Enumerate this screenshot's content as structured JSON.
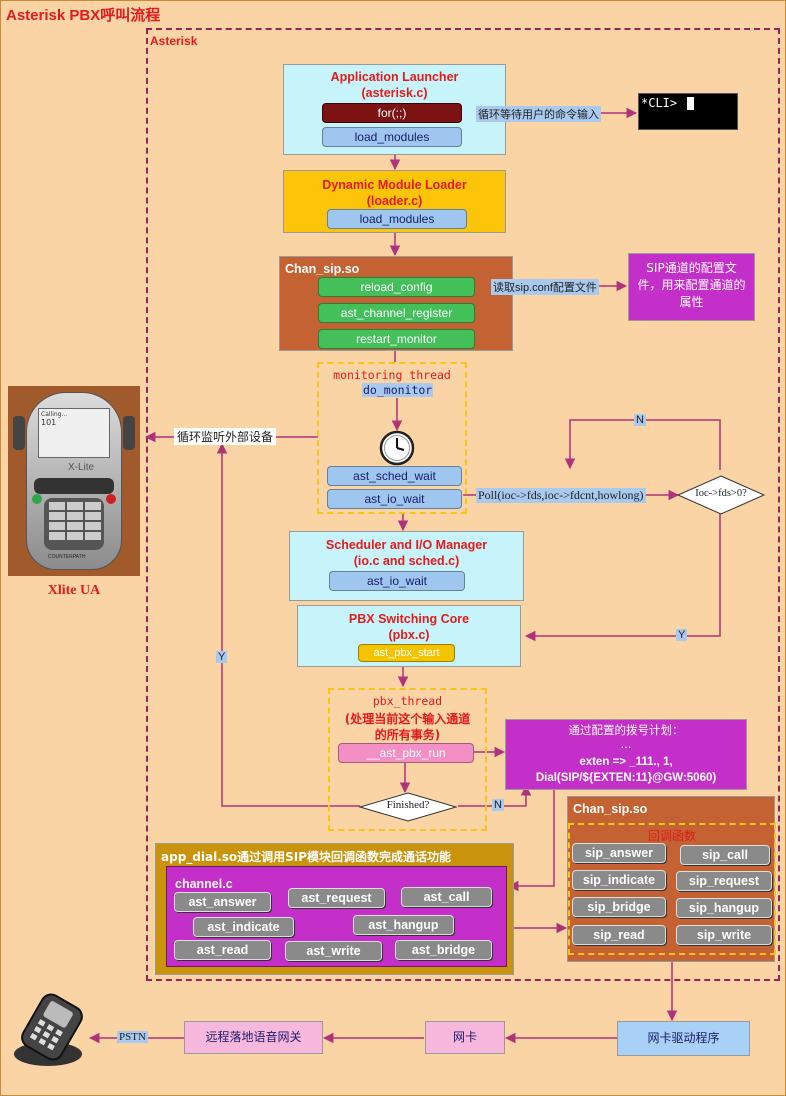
{
  "title": "Asterisk  PBX呼叫流程",
  "inner_label": "Asterisk",
  "launcher": {
    "title1": "Application Launcher",
    "title2": "(asterisk.c)",
    "for_label": "for(;;)",
    "load_modules": "load_modules"
  },
  "cli_note": "循环等待用户的命令输入",
  "cli_text": "*CLI>",
  "loader": {
    "title1": "Dynamic Module Loader",
    "title2": "(loader.c)",
    "load_modules": "load_modules"
  },
  "chansip": {
    "title": "Chan_sip.so",
    "items": [
      "reload_config",
      "ast_channel_register",
      "restart_monitor"
    ]
  },
  "sipconf_note": "读取sip.conf配置文件",
  "sipconf_box": "SIP通道的配置文件，用来配置通道的属性",
  "monitor": {
    "title": "monitoring thread",
    "func": "do_monitor",
    "sched": "ast_sched_wait",
    "io": "ast_io_wait"
  },
  "loop_note": "循环监听外部设备",
  "poll_note": "Poll(ioc->fds,ioc->fdcnt,howlong)",
  "decision": "Ioc->fds>0?",
  "n_label": "N",
  "y_label": "Y",
  "scheduler": {
    "title1": "Scheduler and I/O Manager",
    "title2": "(io.c and sched.c)",
    "func": "ast_io_wait"
  },
  "pbxcore": {
    "title1": "PBX Switching Core",
    "title2": "(pbx.c)",
    "func": "ast_pbx_start"
  },
  "pbxthread": {
    "title": "pbx_thread",
    "desc1": "(处理当前这个输入通道",
    "desc2": "的所有事务)",
    "func": "__ast_pbx_run"
  },
  "finished": "Finished?",
  "dialplan": {
    "line1": "通过配置的拨号计划：",
    "line2": "...",
    "line3": "exten => _111., 1,",
    "line4": "Dial(SIP/${EXTEN:11}@GW:5060)"
  },
  "xlite": {
    "label": "Xlite UA",
    "screen1": "Calling...",
    "screen2": "101",
    "brand": "X-Lite",
    "maker": "COUNTERPATH"
  },
  "appdial": {
    "title": "app_dial.so通过调用SIP模块回调函数完成通话功能",
    "channel": "channel.c",
    "items": [
      "ast_answer",
      "ast_request",
      "ast_call",
      "ast_indicate",
      "ast_hangup",
      "ast_read",
      "ast_write",
      "ast_bridge"
    ]
  },
  "chansip2": {
    "title": "Chan_sip.so",
    "callback": "回调函数",
    "items": [
      "sip_answer",
      "sip_call",
      "sip_indicate",
      "sip_request",
      "sip_bridge",
      "sip_hangup",
      "sip_read",
      "sip_write"
    ]
  },
  "bottom": {
    "nic_driver": "网卡驱动程序",
    "nic": "网卡",
    "gateway": "远程落地语音网关",
    "pstn": "PSTN"
  },
  "colors": {
    "background": "#fbd4a6",
    "arrow": "#b0327a",
    "title_red": "#e21b1b"
  }
}
